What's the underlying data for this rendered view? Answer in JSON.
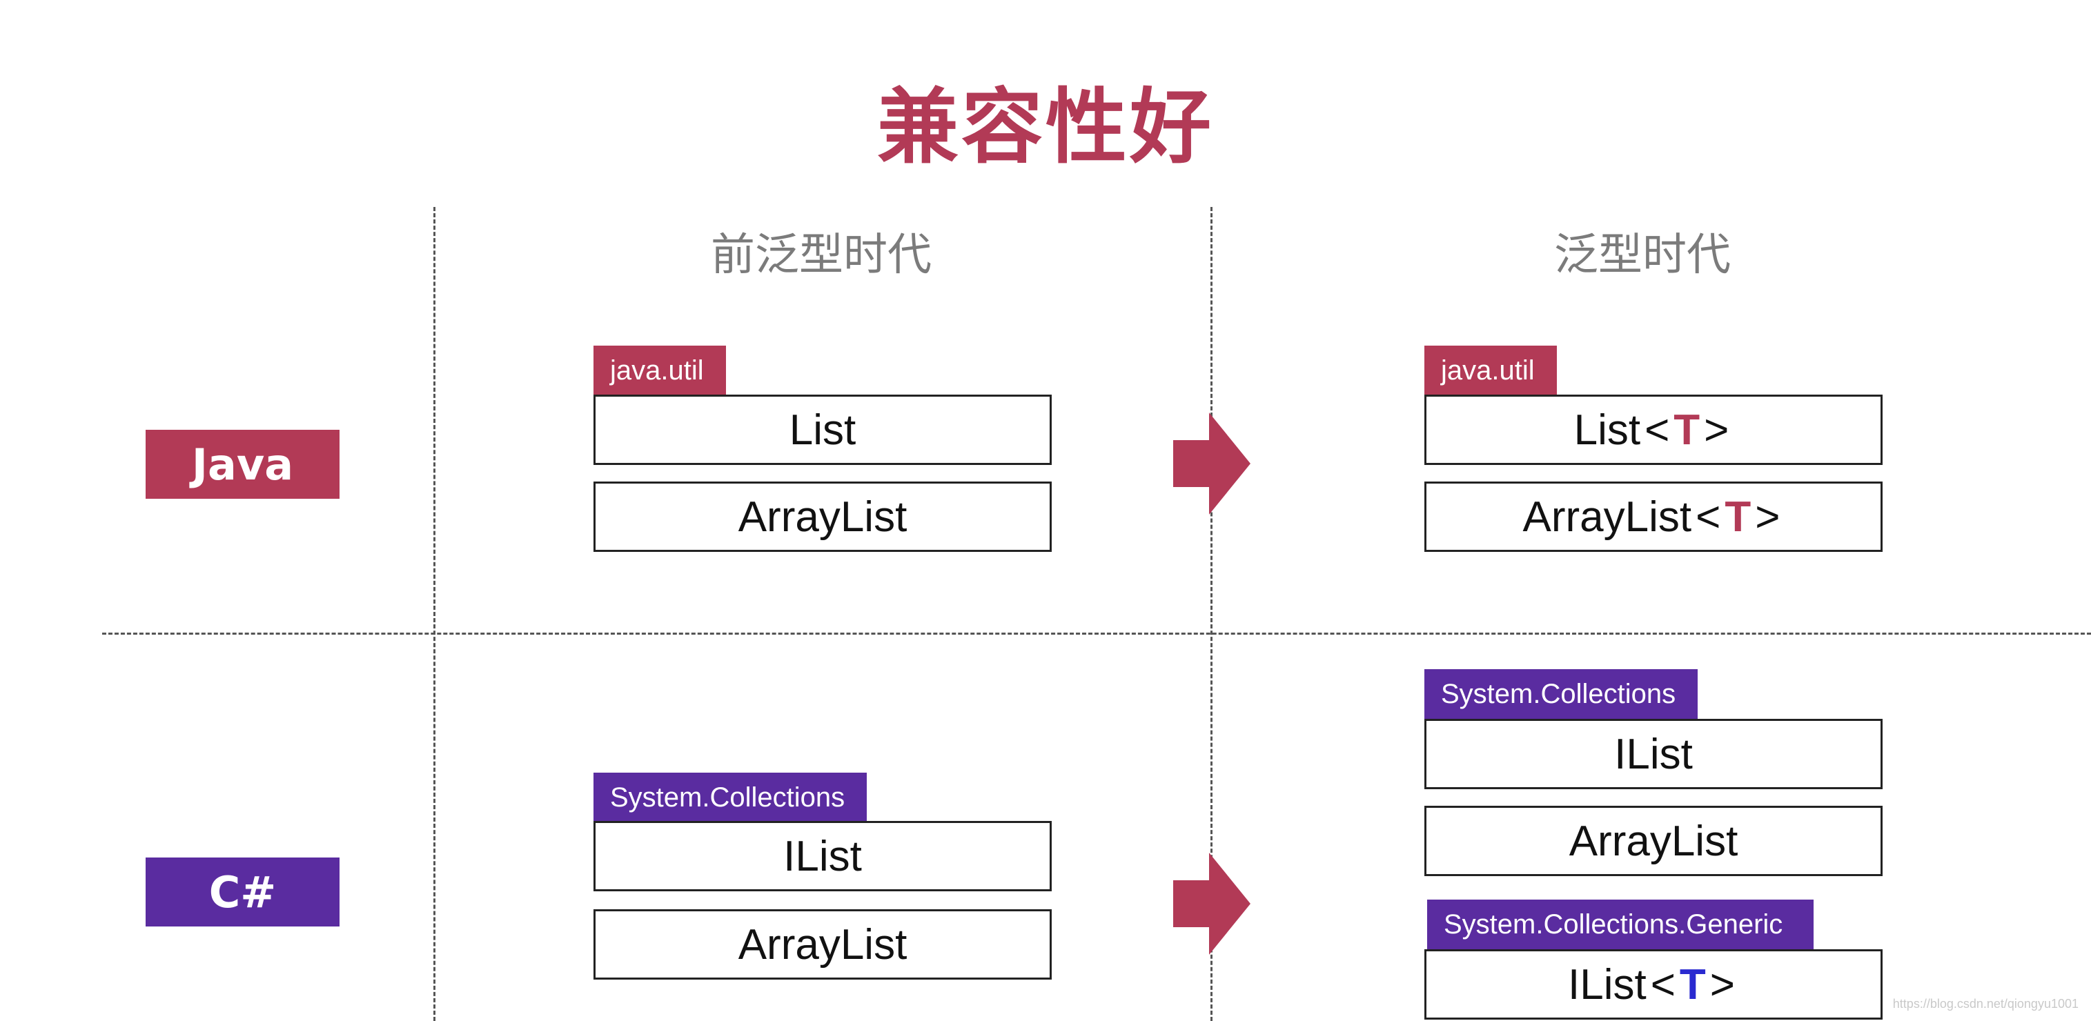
{
  "title": "兼容性好",
  "eras": {
    "pre_generic": "前泛型时代",
    "generic": "泛型时代"
  },
  "languages": {
    "java": "Java",
    "csharp": "C#"
  },
  "java": {
    "pre": {
      "namespace": "java.util",
      "items": [
        "List",
        "ArrayList"
      ]
    },
    "post": {
      "namespace": "java.util",
      "items": [
        {
          "name": "List",
          "type_param": "T"
        },
        {
          "name": "ArrayList",
          "type_param": "T"
        }
      ]
    }
  },
  "csharp": {
    "pre": {
      "namespace": "System.Collections",
      "items": [
        "IList",
        "ArrayList"
      ]
    },
    "post": {
      "namespace": "System.Collections",
      "items": [
        "IList",
        "ArrayList"
      ],
      "generic_namespace": "System.Collections.Generic",
      "generic_items": [
        {
          "name": "IList",
          "type_param": "T"
        }
      ]
    }
  },
  "generic_brackets": {
    "open": "<",
    "close": ">"
  },
  "watermark": "https://blog.csdn.net/qiongyu1001",
  "colors": {
    "java": "#b23a56",
    "csharp": "#5a2ca0",
    "csharp_type_param": "#2a2ad0",
    "title": "#b23a56"
  },
  "icons": {
    "transition_arrow": "right-arrow-icon"
  }
}
